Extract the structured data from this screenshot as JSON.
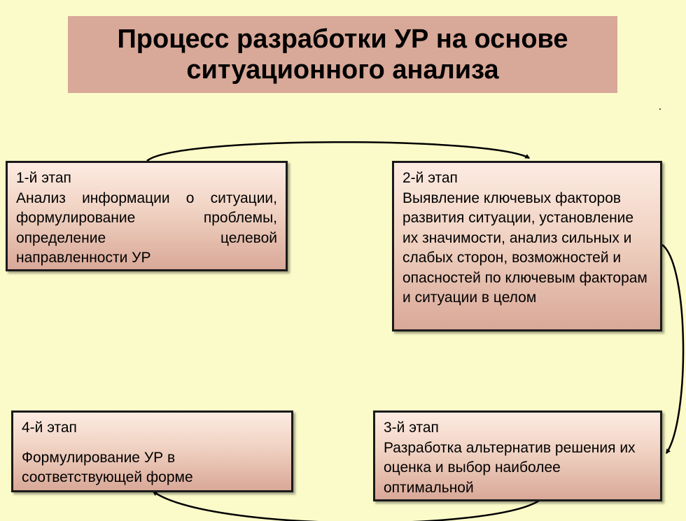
{
  "title": {
    "line1": "Процесс разработки УР на основе",
    "line2": "ситуационного анализа"
  },
  "stages": [
    {
      "header": "1-й этап",
      "text": "Анализ информации о ситуации, формулирование проблемы, определение целевой направленности УР"
    },
    {
      "header": "2-й этап",
      "text": "Выявление ключевых факторов развития ситуации, установление их значимости, анализ сильных и слабых сторон, возможностей и опасностей по ключевым факторам и ситуации в целом"
    },
    {
      "header": "3-й этап",
      "text": "Разработка альтернатив решения их оценка и выбор наиболее оптимальной"
    },
    {
      "header": "4-й этап",
      "text": "Формулирование УР в соответствующей форме"
    }
  ],
  "colors": {
    "background": "#fbfbc9",
    "title_fill": "#d8a898",
    "box_border": "#1a1a1a",
    "arrow": "#000000"
  }
}
